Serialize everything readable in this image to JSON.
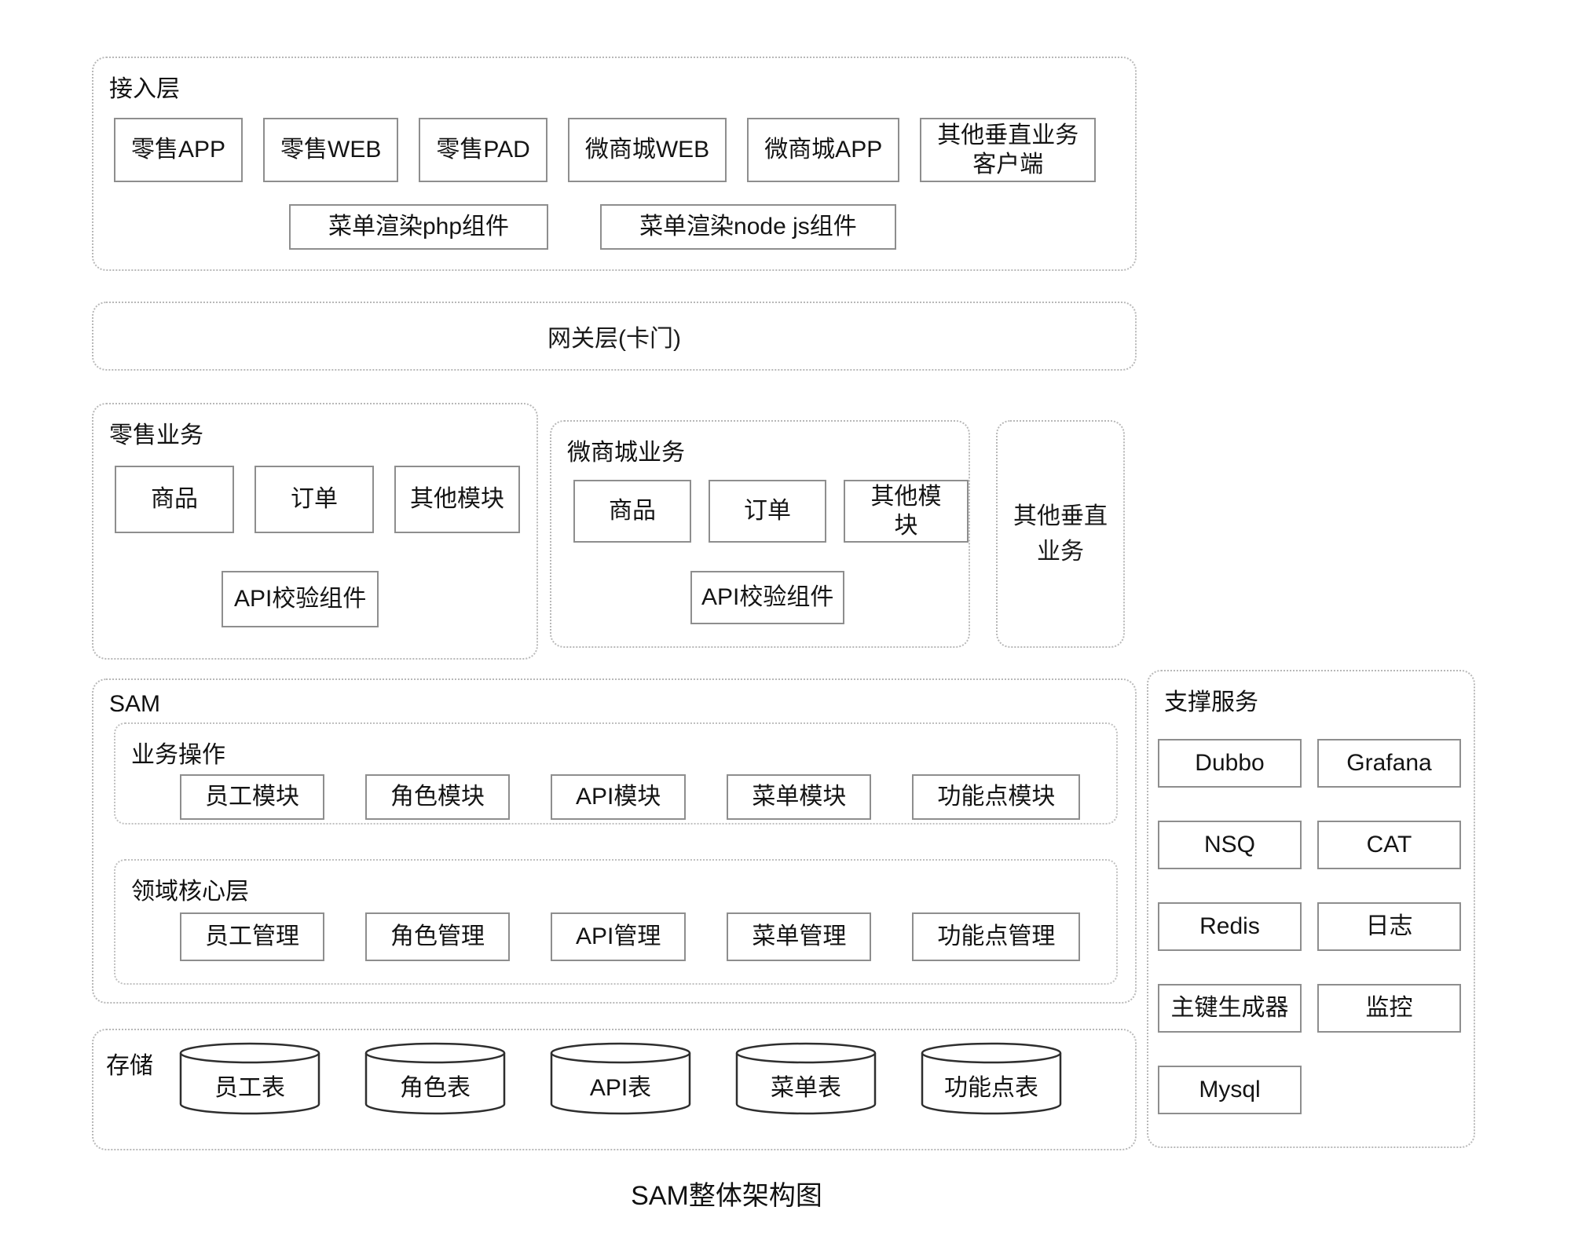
{
  "title": "SAM整体架构图",
  "colors": {
    "box_border": "#8e8e8e",
    "container_border": "#b8b8b8",
    "cylinder_stroke": "#2e2e2e",
    "text": "#141414",
    "background": "#ffffff"
  },
  "layers": {
    "access": {
      "label": "接入层",
      "clients": [
        "零售APP",
        "零售WEB",
        "零售PAD",
        "微商城WEB",
        "微商城APP",
        "其他垂直业务\n客户端"
      ],
      "components": [
        "菜单渲染php组件",
        "菜单渲染node js组件"
      ]
    },
    "gateway": {
      "label": "网关层(卡门)"
    },
    "retail": {
      "label": "零售业务",
      "modules": [
        "商品",
        "订单",
        "其他模块"
      ],
      "component": "API校验组件"
    },
    "micromall": {
      "label": "微商城业务",
      "modules": [
        "商品",
        "订单",
        "其他模块"
      ],
      "component": "API校验组件"
    },
    "other_vertical": {
      "label": "其他垂直\n业务"
    },
    "sam": {
      "label": "SAM",
      "business_ops": {
        "label": "业务操作",
        "modules": [
          "员工模块",
          "角色模块",
          "API模块",
          "菜单模块",
          "功能点模块"
        ]
      },
      "domain_core": {
        "label": "领域核心层",
        "modules": [
          "员工管理",
          "角色管理",
          "API管理",
          "菜单管理",
          "功能点管理"
        ]
      }
    },
    "storage": {
      "label": "存储",
      "tables": [
        "员工表",
        "角色表",
        "API表",
        "菜单表",
        "功能点表"
      ]
    },
    "support": {
      "label": "支撑服务",
      "services": [
        "Dubbo",
        "Grafana",
        "NSQ",
        "CAT",
        "Redis",
        "日志",
        "主键生成器",
        "监控",
        "Mysql"
      ]
    }
  }
}
